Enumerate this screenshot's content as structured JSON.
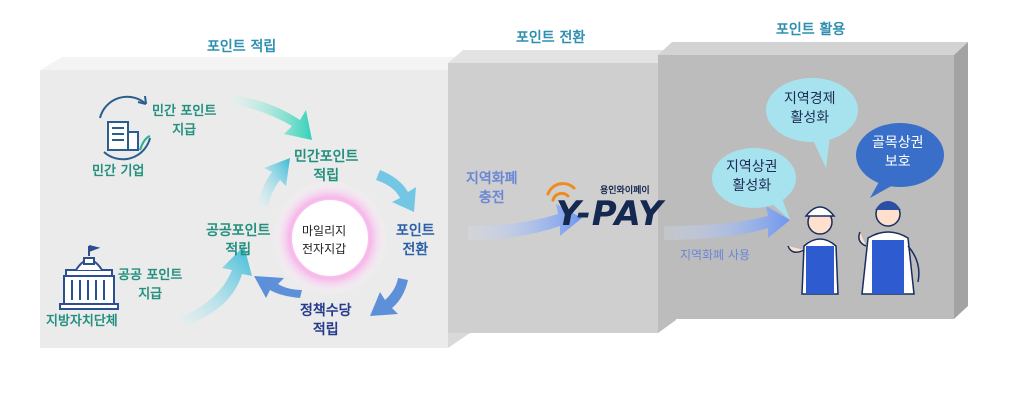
{
  "sections": {
    "earn_title": "포인트 적립",
    "convert_title": "포인트 전환",
    "use_title": "포인트 활용"
  },
  "earn": {
    "private_payment": [
      "민간 포인트",
      "지급"
    ],
    "private_company": "민간 기업",
    "public_payment": [
      "공공 포인트",
      "지급"
    ],
    "local_government": "지방자치단체",
    "private_points": [
      "민간포인트",
      "적립"
    ],
    "public_points": [
      "공공포인트",
      "적립"
    ],
    "point_conversion": [
      "포인트",
      "전환"
    ],
    "policy_allowance": [
      "정책수당",
      "적립"
    ],
    "center": [
      "마일리지",
      "전자지갑"
    ]
  },
  "convert": {
    "charge": [
      "지역화폐",
      "충전"
    ],
    "brand_sub": "용인와이페이",
    "brand": "Y-PAY"
  },
  "use": {
    "spend": "지역화폐 사용",
    "bubble_local_commerce": [
      "지역상권",
      "활성화"
    ],
    "bubble_economy": [
      "지역경제",
      "활성화"
    ],
    "bubble_alley": [
      "골목상권",
      "보호"
    ]
  },
  "colors": {
    "teal": "#23907f",
    "blue": "#2b5fa6",
    "navy": "#243a8c",
    "bubble": "#a6e3ef",
    "bubble_dark": "#3a6fc9",
    "panel": "#ebebeb"
  }
}
